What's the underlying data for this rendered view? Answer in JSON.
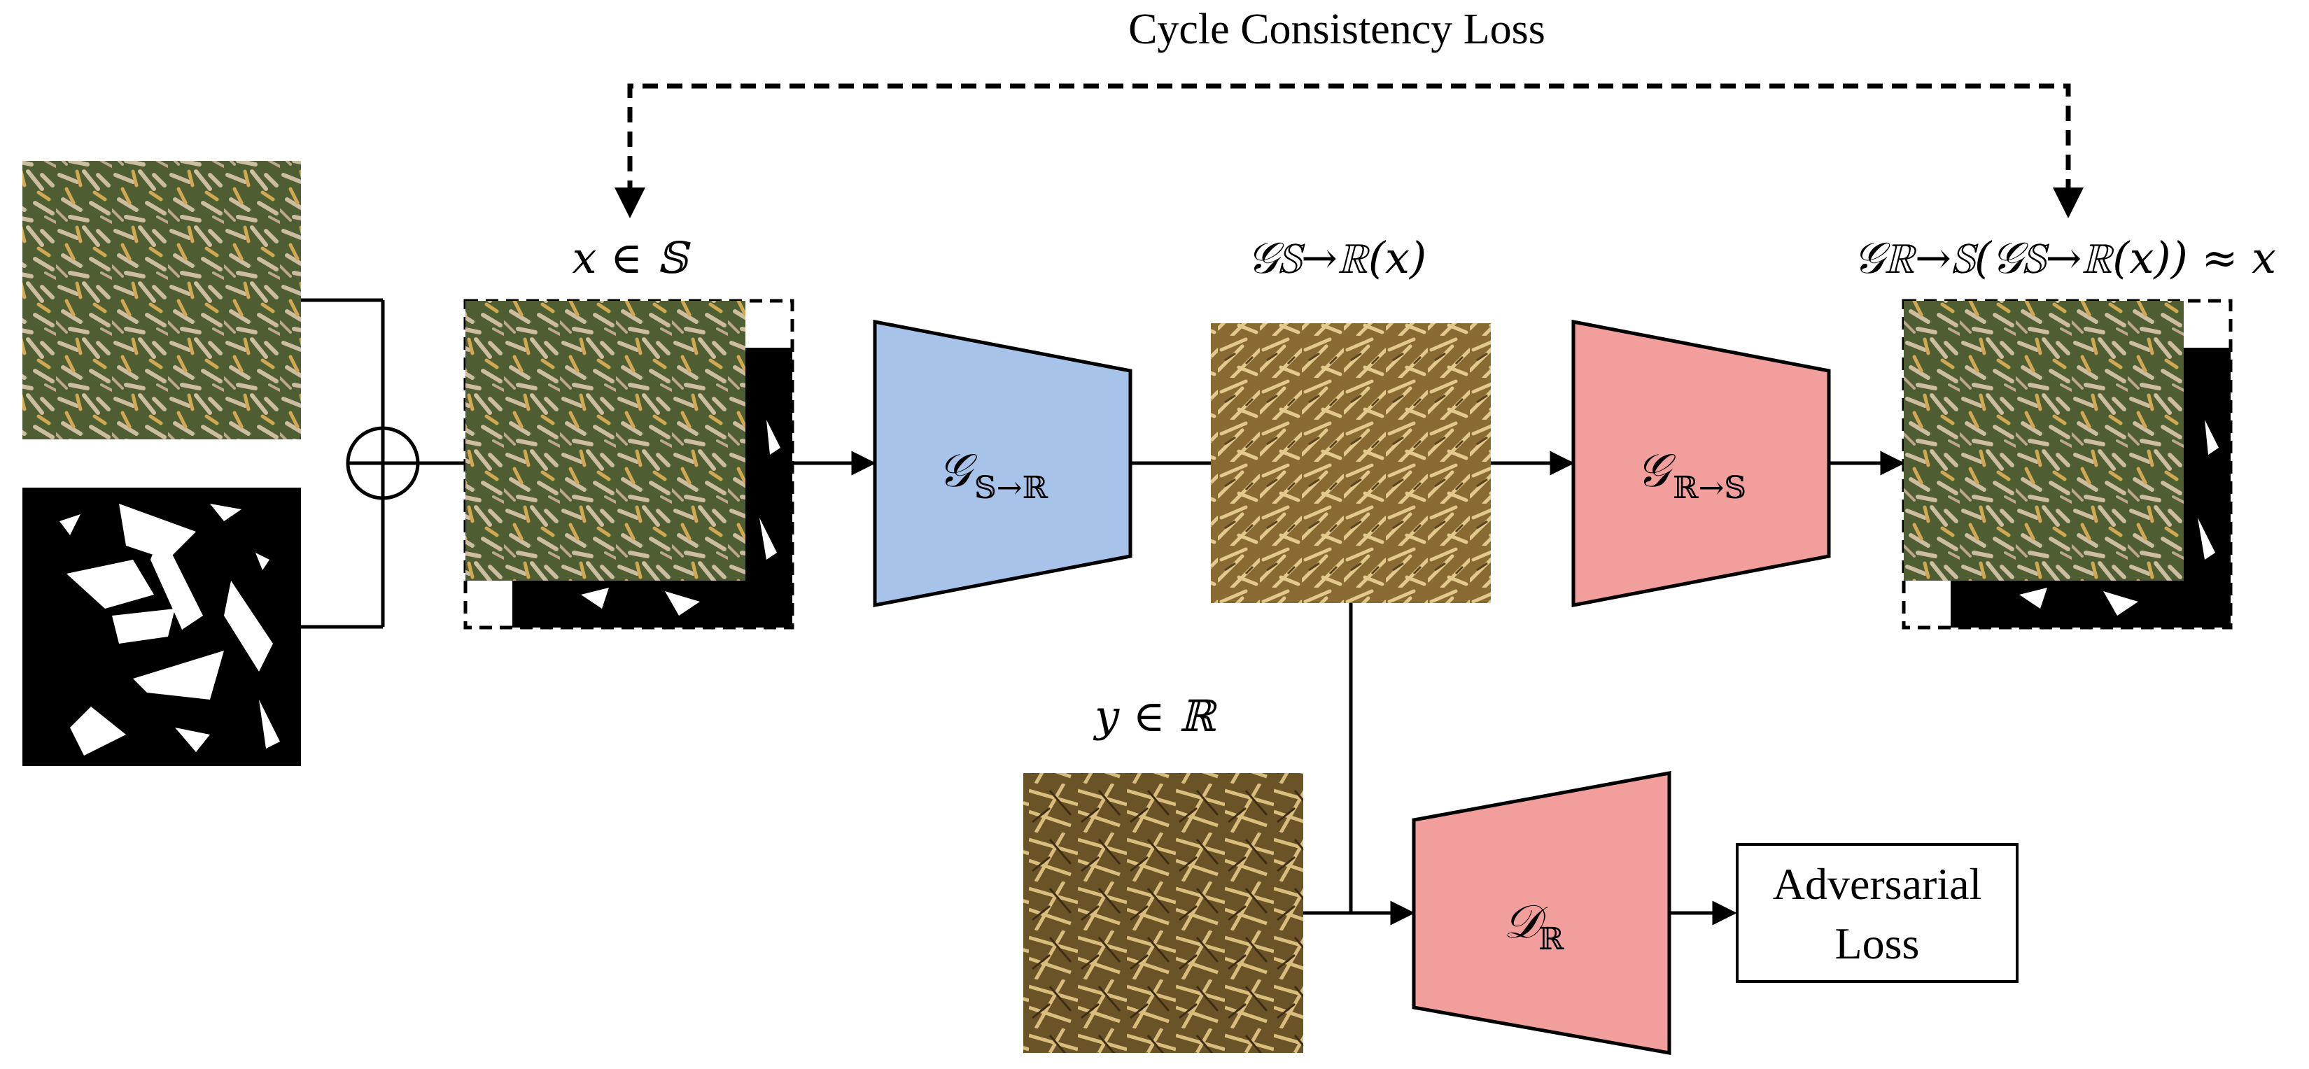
{
  "title": "Cycle Consistency Loss",
  "labels": {
    "x_in_s": "x ∈ 𝕊",
    "g_s2r_x": "𝒢𝕊→ℝ(x)",
    "cycle_result": "𝒢ℝ→𝕊(𝒢𝕊→ℝ(x)) ≈ x",
    "y_in_r": "y ∈ ℝ"
  },
  "blocks": {
    "gen_s2r": {
      "symbol": "𝒢",
      "sub": "𝕊→ℝ"
    },
    "gen_r2s": {
      "symbol": "𝒢",
      "sub": "ℝ→𝕊"
    },
    "disc_r": {
      "symbol": "𝒟",
      "sub": "ℝ"
    }
  },
  "adversarial_loss": {
    "line1": "Adversarial",
    "line2": "Loss"
  },
  "combine_symbol": "⊕",
  "colors": {
    "gen_s2r_fill": "#a7c3ea",
    "red_block_fill": "#f29e9c",
    "stroke": "#000000",
    "synthetic_ground": "#4a5a2e",
    "synthetic_leaf": "#c8b898",
    "real_wheat": "#b89458",
    "mask_bg": "#000000",
    "mask_fg": "#ffffff"
  }
}
